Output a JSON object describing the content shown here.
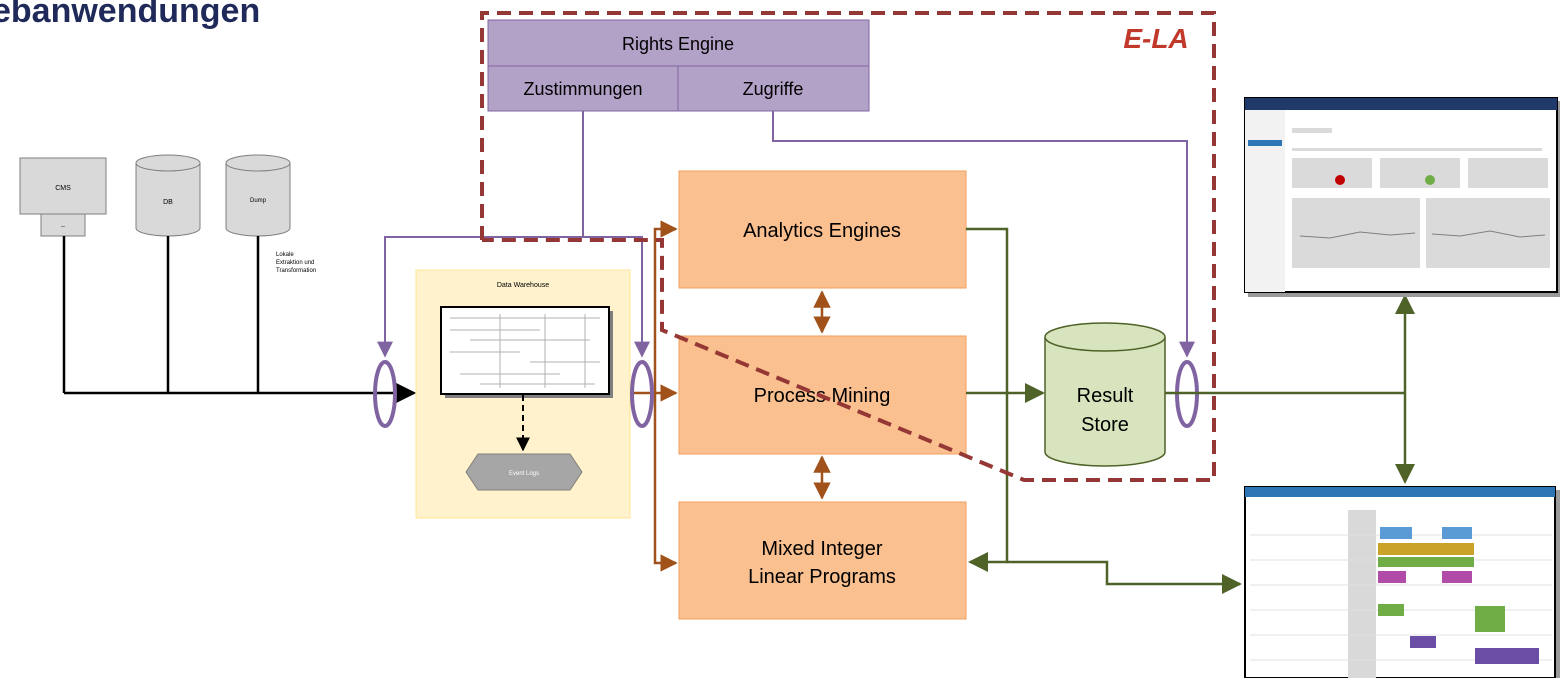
{
  "title": "ebanwendungen",
  "logo_text": "E-LA",
  "sources": {
    "cms": "CMS",
    "cms_sub": "--",
    "db": "DB",
    "dump": "Dump",
    "local_note_line1": "Lokale",
    "local_note_line2": "Extraktion und",
    "local_note_line3": "Transformation"
  },
  "warehouse": {
    "label": "Data Warehouse",
    "event_logs": "Event Logs"
  },
  "rights_engine": {
    "title": "Rights Engine",
    "left": "Zustimmungen",
    "right": "Zugriffe"
  },
  "engines": {
    "analytics": "Analytics Engines",
    "process_mining": "Process Mining",
    "milp_line1": "Mixed Integer",
    "milp_line2": "Linear Programs"
  },
  "result_store": {
    "line1": "Result",
    "line2": "Store"
  },
  "colors": {
    "purple": "#8064a2",
    "orange_box": "#fac090",
    "orange_border": "#f0a060",
    "orange_arrow": "#a0521a",
    "green_line": "#4f6228",
    "red_dash": "#953735",
    "rights_fill": "#b3a2c7",
    "store_fill": "#d7e4bd",
    "warehouse_fill": "#fff2cc"
  }
}
